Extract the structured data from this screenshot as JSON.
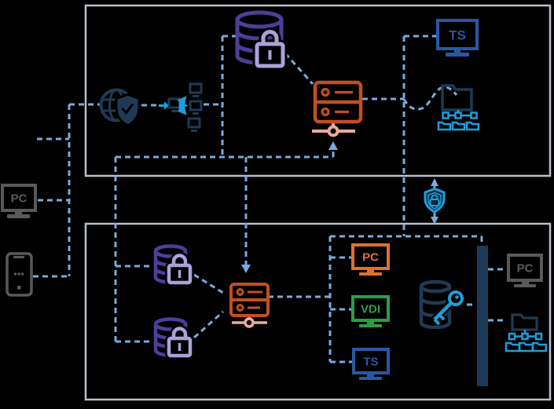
{
  "diagram_type": "network-security-architecture",
  "colors": {
    "background": "#000000",
    "zone_border": "#b9c0cb",
    "connector_blue": "#7aa9da",
    "accent_cyan": "#1f9ed9",
    "dark_navy": "#1f3a54",
    "monitor_blue": "#2a57a5",
    "database_purple": "#4c3f99",
    "lock_lavender": "#aaa3da",
    "server_orange": "#c24f21",
    "server_orange_light": "#ecab97",
    "pc_orange": "#e0712d",
    "vdi_green": "#2e9c47",
    "device_gray": "#58595b",
    "firewall_bar": "#1e3a56"
  },
  "labels": {
    "left_pc": "PC",
    "top_terminal": "TS",
    "lan_pc": "PC",
    "lan_vdi": "VDI",
    "lan_terminal": "TS",
    "right_pc": "PC"
  },
  "icons": [
    "pc-monitor-icon",
    "smartphone-icon",
    "internet-globe-shield-icon",
    "load-balancer-icon",
    "database-lock-icon",
    "server-network-icon",
    "terminal-monitor-icon",
    "folder-share-network-icon",
    "shield-lock-icon",
    "database-key-icon",
    "firewall-bar",
    "folder-share-network-icon"
  ]
}
